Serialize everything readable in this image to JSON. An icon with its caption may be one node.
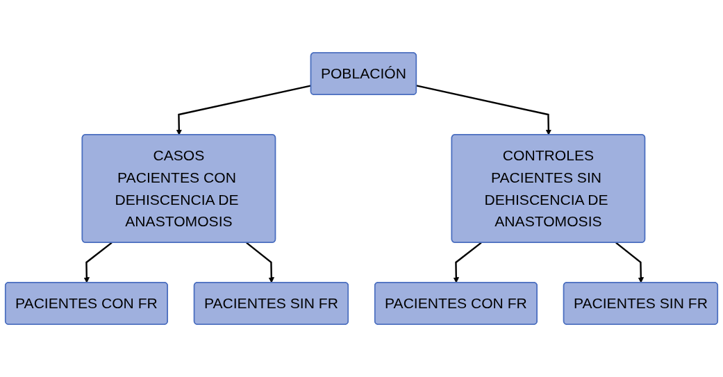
{
  "diagram": {
    "nodes": [
      {
        "text": [
          "POBLACIÓN"
        ]
      },
      {
        "text": [
          "CASOS",
          "PACIENTES CON DEHISCENCIA DE ANASTOMOSIS"
        ]
      },
      {
        "text": [
          "CONTROLES",
          "PACIENTES SIN DEHISCENCIA DE ANASTOMOSIS"
        ]
      },
      {
        "text": [
          "PACIENTES CON FR"
        ]
      },
      {
        "text": [
          "PACIENTES SIN FR"
        ]
      },
      {
        "text": [
          "PACIENTES CON FR"
        ]
      },
      {
        "text": [
          "PACIENTES SIN FR"
        ]
      }
    ],
    "edges": [
      {
        "from": 0,
        "to": 1,
        "arrow": "to"
      },
      {
        "from": 0,
        "to": 2,
        "arrow": "to"
      },
      {
        "from": 1,
        "to": 3,
        "arrow": "to"
      },
      {
        "from": 1,
        "to": 4,
        "arrow": "to"
      },
      {
        "from": 2,
        "to": 5,
        "arrow": "to"
      },
      {
        "from": 2,
        "to": 6,
        "arrow": "to"
      }
    ]
  }
}
